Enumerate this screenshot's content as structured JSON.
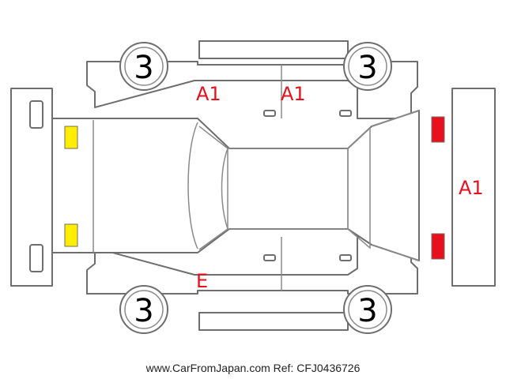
{
  "tires": {
    "front_left": "3",
    "rear_left": "3",
    "front_right": "3",
    "rear_right": "3"
  },
  "damage_codes": {
    "left_front_door": "A1",
    "left_rear_door": "A1",
    "rear_bumper": "A1",
    "right_front_door": "E"
  },
  "lamp_colors": {
    "front": "#ffee00",
    "rear": "#e8101c"
  },
  "code_color": "#e8101c",
  "footer": "www.CarFromJapan.com Ref: CFJ0436726"
}
